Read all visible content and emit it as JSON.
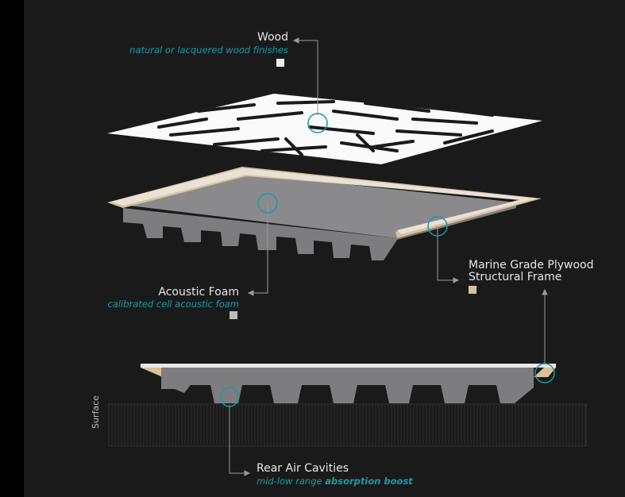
{
  "labels": {
    "wood": {
      "title": "Wood",
      "subtitle": "natural or lacquered wood finishes",
      "swatch": "#eeeeee"
    },
    "frame": {
      "title_line1": "Marine Grade Plywood",
      "title_line2": "Structural Frame",
      "swatch": "#d9c29a"
    },
    "foam": {
      "title": "Acoustic Foam",
      "subtitle": "calibrated cell acoustic foam",
      "swatch": "#bdbdbd"
    },
    "cavities": {
      "title": "Rear Air Cavities",
      "subtitle_plain": "mid-low range ",
      "subtitle_bold": "absorption boost"
    },
    "surface": "Surface"
  },
  "colors": {
    "accent": "#1a9aa5",
    "background": "#1a1a1b",
    "foam": "#7d7d7f",
    "wood": "#d9c29a",
    "panel": "#ffffff"
  }
}
